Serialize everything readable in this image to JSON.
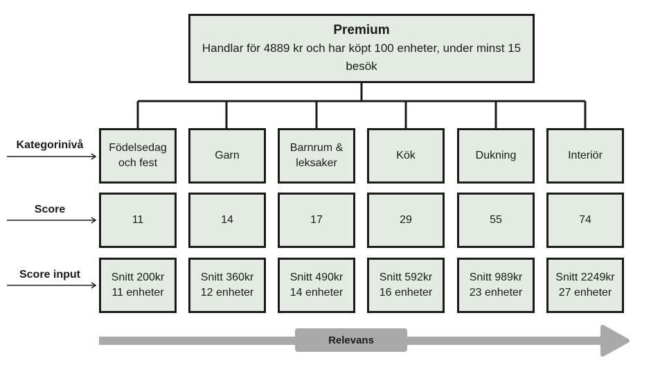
{
  "top": {
    "title": "Premium",
    "description": "Handlar för 4889 kr och har köpt 100 enheter, under minst 15 besök"
  },
  "row_labels": {
    "category": "Kategorinivå",
    "score": "Score",
    "score_input": "Score input"
  },
  "categories": [
    {
      "name": "Födelsedag\noch fest",
      "score": "11",
      "input": "Snitt 200kr\n11 enheter"
    },
    {
      "name": "Garn",
      "score": "14",
      "input": "Snitt 360kr\n12 enheter"
    },
    {
      "name": "Barnrum &\nleksaker",
      "score": "17",
      "input": "Snitt 490kr\n14 enheter"
    },
    {
      "name": "Kök",
      "score": "29",
      "input": "Snitt 592kr\n16 enheter"
    },
    {
      "name": "Dukning",
      "score": "55",
      "input": "Snitt 989kr\n23 enheter"
    },
    {
      "name": "Interiör",
      "score": "74",
      "input": "Snitt 2249kr\n27 enheter"
    }
  ],
  "relevance": {
    "label": "Relevans"
  },
  "colors": {
    "box_fill": "#e3ebe2",
    "border": "#1a1a1a",
    "arrow": "#a9a9a9"
  }
}
